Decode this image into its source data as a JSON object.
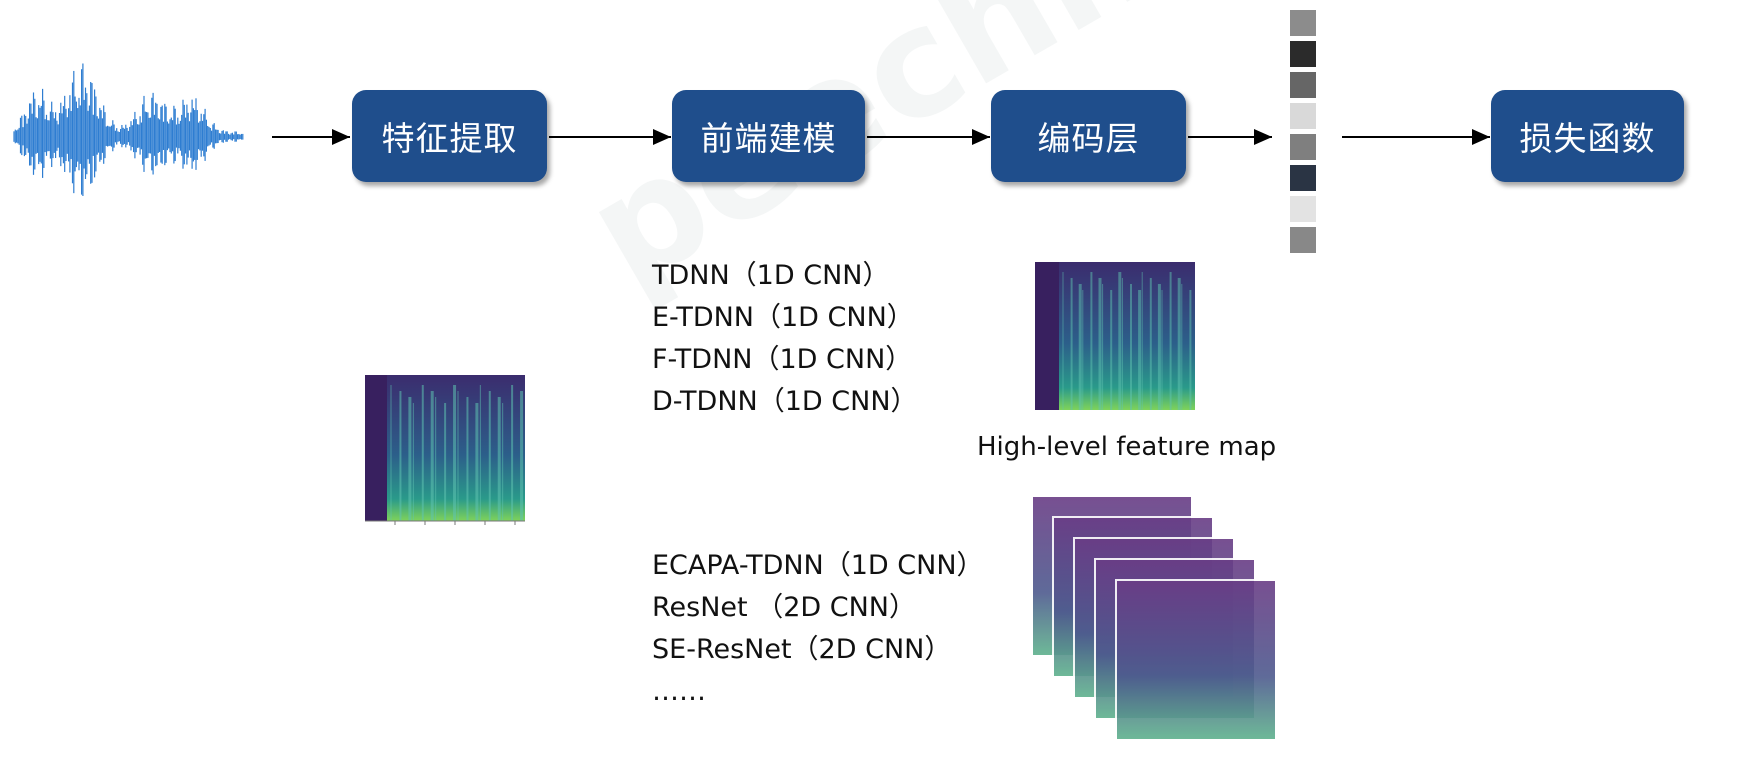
{
  "pipeline": {
    "stages": [
      "特征提取",
      "前端建模",
      "编码层",
      "损失函数"
    ]
  },
  "models_1d": [
    "TDNN（1D CNN）",
    "E-TDNN（1D CNN）",
    "F-TDNN（1D CNN）",
    "D-TDNN（1D CNN）"
  ],
  "models_2d": [
    "ECAPA-TDNN（1D CNN）",
    "ResNet （2D CNN）",
    "SE-ResNet（2D CNN）",
    "……"
  ],
  "feature_map_caption": "High-level feature map",
  "embedding_vector": {
    "cell_colors": [
      "#8c8c8c",
      "#2b2b2b",
      "#666666",
      "#d9d9d9",
      "#7f7f7f",
      "#2a3444",
      "#e3e3e3",
      "#888888"
    ]
  },
  "colors": {
    "box_fill": "#1f4e8c",
    "waveform": "#2e7dd1",
    "arrow": "#000000"
  },
  "icons": [
    "waveform-icon",
    "spectrogram-icon",
    "feature-map-icon",
    "stacked-feature-maps-icon",
    "embedding-vector-icon"
  ]
}
